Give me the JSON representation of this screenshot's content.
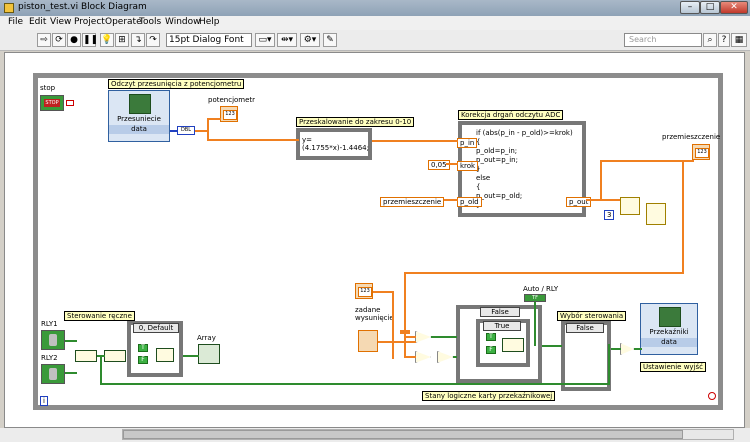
{
  "window": {
    "title": "piston_test.vi Block Diagram"
  },
  "menu": [
    "File",
    "Edit",
    "View",
    "Project",
    "Operate",
    "Tools",
    "Window",
    "Help"
  ],
  "toolbar": {
    "font": "15pt Dialog Font",
    "search_placeholder": "Search"
  },
  "diagram": {
    "stop_label": "stop",
    "stop_text": "STOP",
    "przesuniecie_frame_label": "Odczyt przesunięcia z potencjometru",
    "przesuniecie_sub_title": "Przesuniecie",
    "przesuniecie_data": "data",
    "potencjometr_label": "potencjometr",
    "przeskalowanie_label": "Przeskalowanie do zakresu 0-10",
    "formula": "y=(4.1755*x)-1.4464;",
    "korekcja_label": "Korekcja drgań odczytu ADC",
    "code_lines": "if (abs(p_in - p_old)>=krok)\n{\np_old=p_in;\np_out=p_in;\n}\nelse\n{\np_out=p_old;\n}",
    "p_in": "p_in",
    "krok": "krok",
    "krok_value": "0,05",
    "p_old": "p_old",
    "p_out": "p_out",
    "przemieszczenie_local": "przemieszczenie",
    "przemieszczenie_label": "przemieszczenie",
    "const_3": "3",
    "zadane_label": "zadane\nwysunięcie",
    "auto_label": "Auto / RLY",
    "auto_value": "TF",
    "sterowanie_label": "Sterowanie ręczne",
    "rly1": "RLY1",
    "rly2": "RLY2",
    "case_default": "0, Default",
    "array_label": "Array",
    "false_sel": "False",
    "true_sel": "True",
    "wybor_label": "Wybór sterowania",
    "false_sel2": "False",
    "przekazniki_title": "Przekaźniki",
    "przekazniki_data": "data",
    "ustawienie_label": "Ustawienie wyjść",
    "stany_label": "Stany logiczne karty przekaźnikowej",
    "numeric_indicator": "123",
    "loop_iter": "i"
  }
}
